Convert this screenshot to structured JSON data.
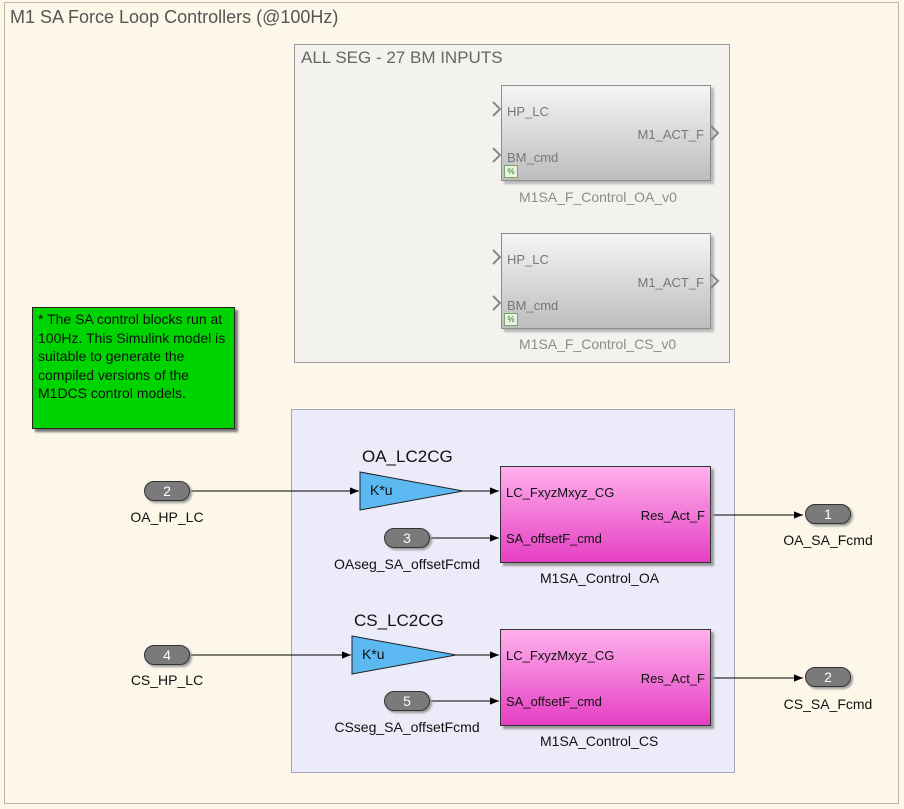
{
  "area_title": "M1 SA Force Loop Controllers (@100Hz)",
  "seg_area": {
    "title": "ALL SEG - 27 BM INPUTS",
    "blocks": [
      {
        "in_ports": [
          "HP_LC",
          "BM_cmd"
        ],
        "out_port": "M1_ACT_F",
        "badge": "%",
        "name": "M1SA_F_Control_OA_v0"
      },
      {
        "in_ports": [
          "HP_LC",
          "BM_cmd"
        ],
        "out_port": "M1_ACT_F",
        "badge": "%",
        "name": "M1SA_F_Control_CS_v0"
      }
    ]
  },
  "note": "* The SA control blocks run at 100Hz. This Simulink model is suitable to generate the compiled versions of the M1DCS control models.",
  "controllers": [
    {
      "inport_hp": {
        "number": "2",
        "label": "OA_HP_LC"
      },
      "gain": {
        "name": "OA_LC2CG",
        "text": "K*u"
      },
      "inport_offset": {
        "number": "3",
        "label": "OAseg_SA_offsetFcmd"
      },
      "block": {
        "in_ports": [
          "LC_FxyzMxyz_CG",
          "SA_offsetF_cmd"
        ],
        "out_port": "Res_Act_F",
        "name": "M1SA_Control_OA"
      },
      "outport": {
        "number": "1",
        "label": "OA_SA_Fcmd"
      }
    },
    {
      "inport_hp": {
        "number": "4",
        "label": "CS_HP_LC"
      },
      "gain": {
        "name": "CS_LC2CG",
        "text": "K*u"
      },
      "inport_offset": {
        "number": "5",
        "label": "CSseg_SA_offsetFcmd"
      },
      "block": {
        "in_ports": [
          "LC_FxyzMxyz_CG",
          "SA_offsetF_cmd"
        ],
        "out_port": "Res_Act_F",
        "name": "M1SA_Control_CS"
      },
      "outport": {
        "number": "2",
        "label": "CS_SA_Fcmd"
      }
    }
  ],
  "colors": {
    "canvas": "#fdf7e9",
    "controller_block": "#f063d4",
    "gain_block": "#5cb8f0",
    "note_bg": "#00d400",
    "port": "#7a7a7a"
  }
}
